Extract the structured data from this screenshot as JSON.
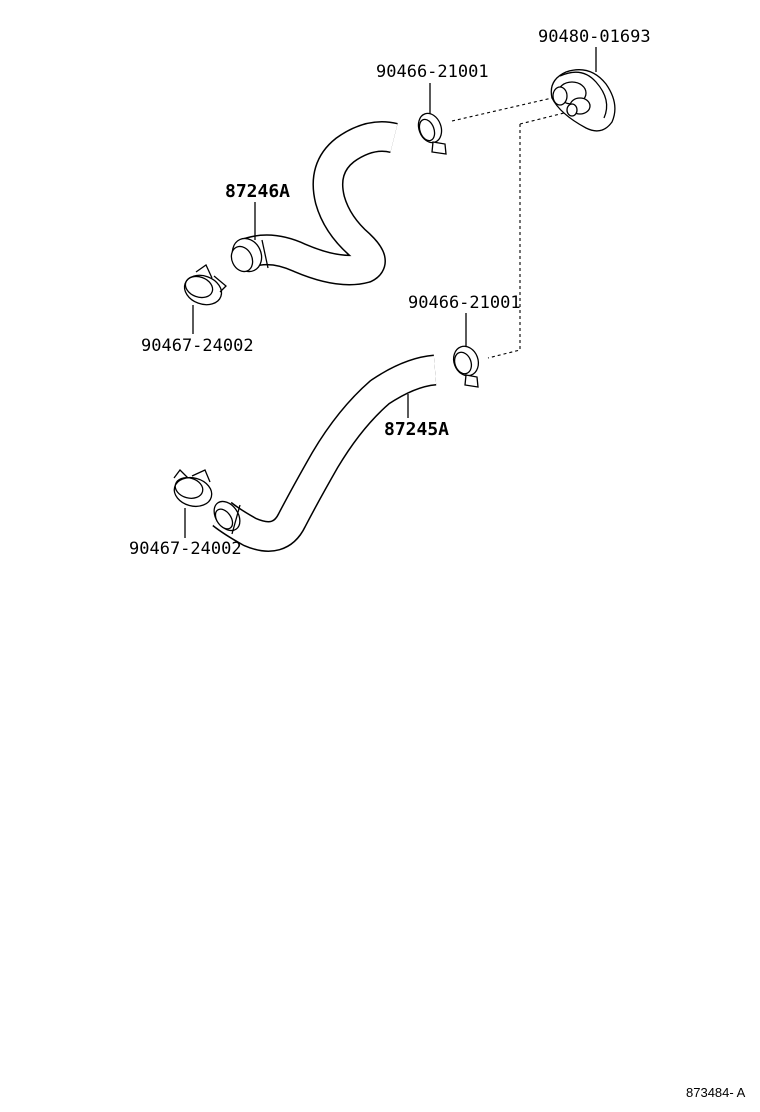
{
  "labels": {
    "grommet": "90480-01693",
    "clamp_upper_right": "90466-21001",
    "hose_upper": "87246A",
    "clamp_upper_left": "90467-24002",
    "clamp_lower_right": "90466-21001",
    "hose_lower": "87245A",
    "clamp_lower_left": "90467-24002"
  },
  "reference_code": "873484- A"
}
